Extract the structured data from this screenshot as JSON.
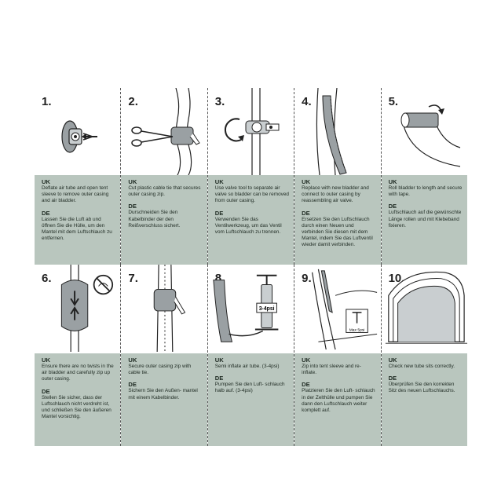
{
  "steps": [
    {
      "num": "1.",
      "uk_label": "UK",
      "uk": "Deflate air tube and open tent sleeve to remove outer casing and air bladder.",
      "de_label": "DE",
      "de": "Lassen Sie die Luft ab und öffnen Sie die Hülle, um den Mantel mit dem Luftschlauch zu entfernen."
    },
    {
      "num": "2.",
      "uk_label": "UK",
      "uk": "Cut plastic cable tie that secures outer casing zip.",
      "de_label": "DE",
      "de": "Durschneiden Sie den Kabelbinder der den Reißverschluss sichert."
    },
    {
      "num": "3.",
      "uk_label": "UK",
      "uk": "Use valve tool to separate air valve so bladder can be removed from outer casing.",
      "de_label": "DE",
      "de": "Verwenden Sie das Ventilwerkzeug, um das Ventil vom Luftschlauch zu trennen."
    },
    {
      "num": "4.",
      "uk_label": "UK",
      "uk": "Replace with new bladder and connect to outer casing by reassembling air valve.",
      "de_label": "DE",
      "de": "Ersetzen Sie den Luftschlauch durch einen Neuen und verbinden Sie diesen mit dem Mantel, indem Sie das Luftventil wieder damit verbinden."
    },
    {
      "num": "5.",
      "uk_label": "UK",
      "uk": "Roll bladder to length and secure with tape.",
      "de_label": "DE",
      "de": "Luftschlauch auf die gewünschte Länge rollen und mit Klebeband fixieren."
    },
    {
      "num": "6.",
      "uk_label": "UK",
      "uk": "Ensure there are no twists in the air bladder and carefully zip up outer casing.",
      "de_label": "DE",
      "de": "Stellen Sie sicher, dass der Luftschlauch nicht verdreht ist, und schließen Sie den äußeren Mantel vorsichtig."
    },
    {
      "num": "7.",
      "uk_label": "UK",
      "uk": "Secure outer casing zip with cable tie.",
      "de_label": "DE",
      "de": "Sichern Sie den Außen- mantel mit einem Kabelbinder."
    },
    {
      "num": "8.",
      "uk_label": "UK",
      "uk": "Semi inflate air tube. (3-4psi)",
      "de_label": "DE",
      "de": "Pumpen Sie den Luft- schlauch halb auf. (3-4psi)",
      "gauge_label": "3-4psi"
    },
    {
      "num": "9.",
      "uk_label": "UK",
      "uk": "Zip into tent sleeve and re-inflate.",
      "de_label": "DE",
      "de": "Platzieren Sie den Luft- schlauch in der Zelthülle und pumpen Sie dann den Luftschlauch weiter komplett auf.",
      "gauge_label": "Max 5psi"
    },
    {
      "num": "10.",
      "uk_label": "UK",
      "uk": "Check new tube sits correctly.",
      "de_label": "DE",
      "de": "Überprüfen Sie den korrekten Sitz des neuen Luftschlauchs."
    }
  ]
}
